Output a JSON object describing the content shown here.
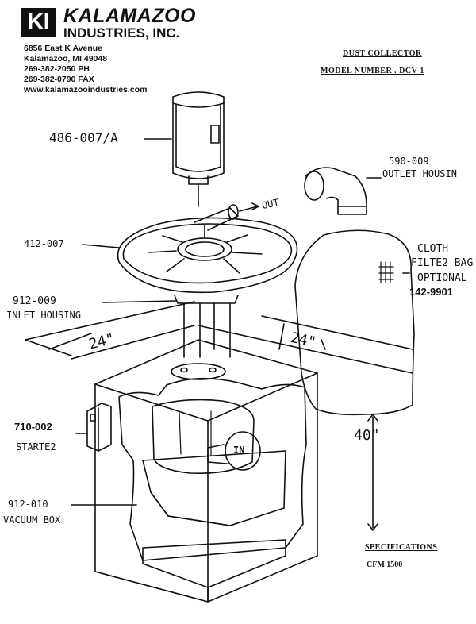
{
  "header": {
    "logo_mark": "KI",
    "brand_line1": "KALAMAZOO",
    "brand_line2": "INDUSTRIES, INC.",
    "address_lines": [
      "6856 East K Avenue",
      "Kalamazoo, MI 49048",
      "269-382-2050 PH",
      "269-382-0790 FAX",
      "www.kalamazooindustries.com"
    ]
  },
  "drawing": {
    "title_line1": "DUST COLLECTOR",
    "title_line2": "MODEL NUMBER . DCV-1",
    "labels": {
      "motor": "486-007/A",
      "outlet_part": "590-009",
      "outlet_name": "OUTLET HOUSIN",
      "out": "OUT",
      "impeller": "412-007",
      "bag_line1": "CLOTH",
      "bag_line2": "FILTE2 BAG",
      "bag_line3": "OPTIONAL",
      "bag_part": "142-9901",
      "inlet_part": "912-009",
      "inlet_name": "INLET HOUSING",
      "dim_left": "24\"",
      "dim_right": "24\"",
      "dim_height": "40\"",
      "starter_part": "710-002",
      "starter_name": "STARTE2",
      "inlet_mark": "IN",
      "box_part": "912-010",
      "box_name": "VACUUM BOX"
    },
    "spec_title": "SPECIFICATIONS",
    "spec_value": "CFM 1500"
  },
  "colors": {
    "ink": "#111111",
    "paper": "#ffffff"
  }
}
